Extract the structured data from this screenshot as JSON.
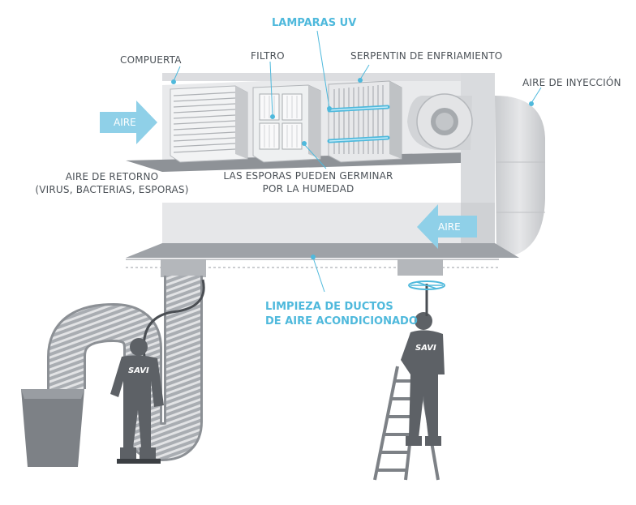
{
  "labels": {
    "uv_lamps": "LAMPARAS UV",
    "damper": "COMPUERTA",
    "filter": "FILTRO",
    "cooling_coil": "SERPENTIN DE ENFRIAMIENTO",
    "supply_air": "AIRE DE INYECCIÓN",
    "return_air_line1": "AIRE DE RETORNO",
    "return_air_line2": "(VIRUS, BACTERIAS, ESPORAS)",
    "spores_line1": "LAS ESPORAS PUEDEN GERMINAR",
    "spores_line2": "POR LA HUMEDAD",
    "duct_cleaning_line1": "LIMPIEZA DE DUCTOS",
    "duct_cleaning_line2": "DE AIRE ACONDICIONADO",
    "arrow_in": "AIRE",
    "arrow_return": "AIRE",
    "brand_left": "SAVI",
    "brand_right": "SAVI"
  },
  "colors": {
    "accent_blue": "#4fb9dc",
    "label_gray": "#4b5157",
    "duct_light": "#e8e9eb",
    "duct_mid": "#d3d5d8",
    "duct_dark": "#9fa3a8",
    "worker_gray": "#5d6166"
  },
  "icons": [
    "air-arrow-right-icon",
    "air-arrow-left-icon",
    "blower-fan-icon",
    "worker-figure",
    "ladder",
    "flexible-hose",
    "brush-icon"
  ]
}
